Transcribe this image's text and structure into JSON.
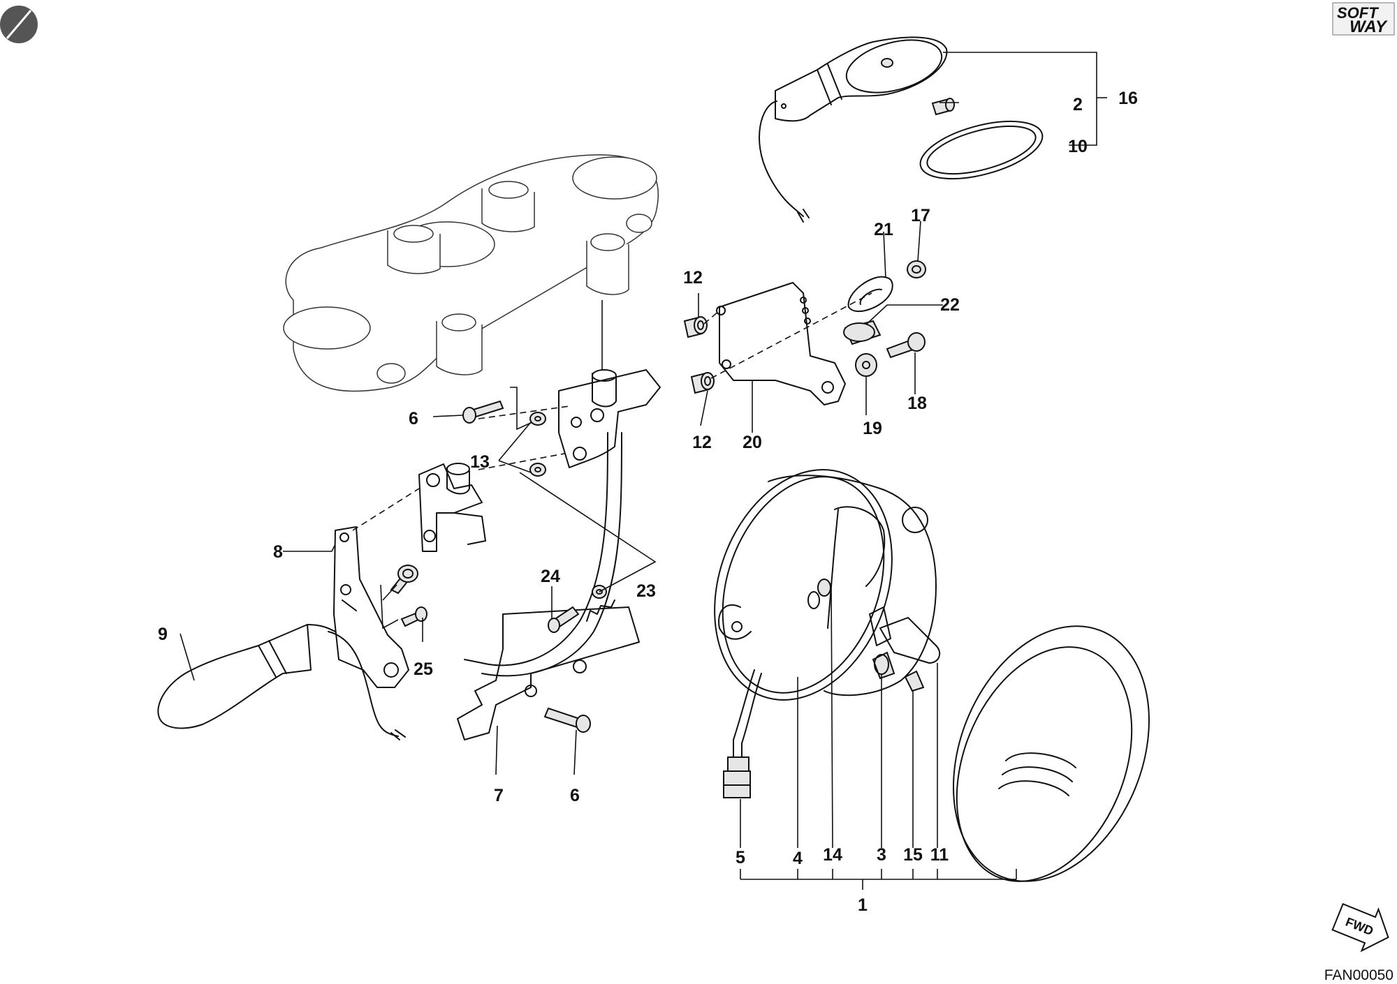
{
  "brand": {
    "line1": "SOFT",
    "line2": "WAY"
  },
  "drawing_code": "FAN00050",
  "direction_marker": "FWD",
  "callouts": [
    {
      "id": "c1",
      "label": "1"
    },
    {
      "id": "c2",
      "label": "2"
    },
    {
      "id": "c3",
      "label": "3"
    },
    {
      "id": "c4",
      "label": "4"
    },
    {
      "id": "c5",
      "label": "5"
    },
    {
      "id": "c6a",
      "label": "6"
    },
    {
      "id": "c6b",
      "label": "6"
    },
    {
      "id": "c7",
      "label": "7"
    },
    {
      "id": "c8",
      "label": "8"
    },
    {
      "id": "c9",
      "label": "9"
    },
    {
      "id": "c10",
      "label": "10"
    },
    {
      "id": "c11",
      "label": "11"
    },
    {
      "id": "c12a",
      "label": "12"
    },
    {
      "id": "c12b",
      "label": "12"
    },
    {
      "id": "c13",
      "label": "13"
    },
    {
      "id": "c14",
      "label": "14"
    },
    {
      "id": "c15",
      "label": "15"
    },
    {
      "id": "c16",
      "label": "16"
    },
    {
      "id": "c17",
      "label": "17"
    },
    {
      "id": "c18",
      "label": "18"
    },
    {
      "id": "c19",
      "label": "19"
    },
    {
      "id": "c20",
      "label": "20"
    },
    {
      "id": "c21",
      "label": "21"
    },
    {
      "id": "c22",
      "label": "22"
    },
    {
      "id": "c23",
      "label": "23"
    },
    {
      "id": "c24",
      "label": "24"
    },
    {
      "id": "c25",
      "label": "25"
    }
  ]
}
